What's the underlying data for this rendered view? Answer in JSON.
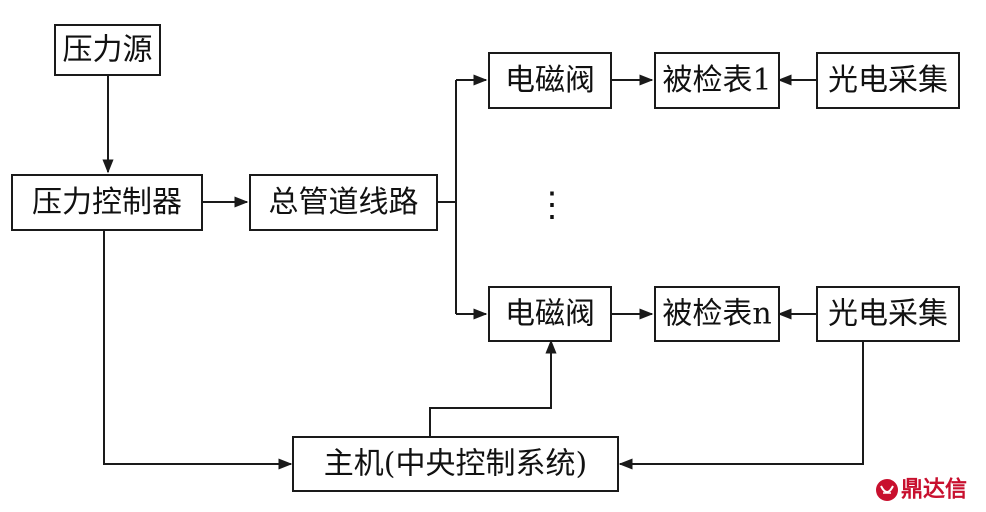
{
  "nodes": {
    "pressure_source": "压力源",
    "pressure_controller": "压力控制器",
    "main_pipeline": "总管道线路",
    "solenoid_valve_1": "电磁阀",
    "meter_1": "被检表1",
    "photo_collect_1": "光电采集",
    "ellipsis": "⋮",
    "solenoid_valve_n": "电磁阀",
    "meter_n": "被检表n",
    "photo_collect_n": "光电采集",
    "host": "主机(中央控制系统)"
  },
  "watermark": {
    "text": "鼎达信",
    "color": "#c8102e"
  }
}
